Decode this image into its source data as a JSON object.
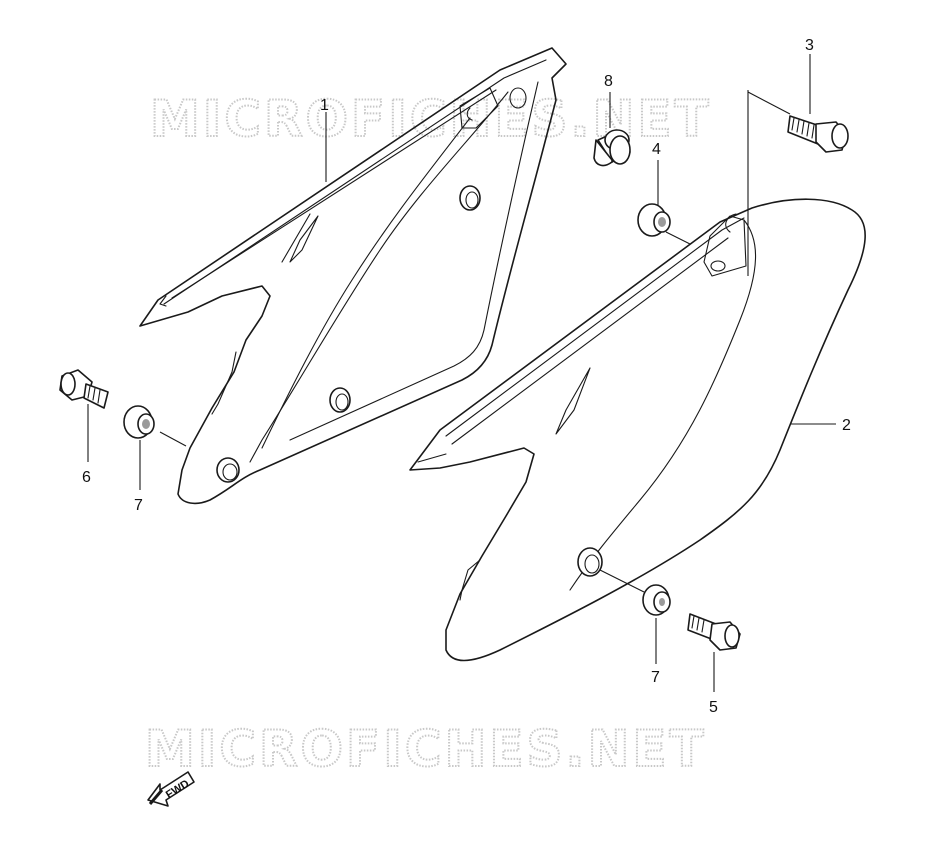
{
  "watermark": {
    "text": "MICROFICHES.NET"
  },
  "fwd_label": "FWD",
  "callouts": [
    {
      "id": "c1",
      "label": "1"
    },
    {
      "id": "c2",
      "label": "2"
    },
    {
      "id": "c3",
      "label": "3"
    },
    {
      "id": "c4",
      "label": "4"
    },
    {
      "id": "c5",
      "label": "5"
    },
    {
      "id": "c6",
      "label": "6"
    },
    {
      "id": "c7a",
      "label": "7"
    },
    {
      "id": "c7b",
      "label": "7"
    },
    {
      "id": "c8",
      "label": "8"
    }
  ],
  "colors": {
    "line": "#1a1a1a",
    "watermark": "#c8c8c8",
    "background": "#ffffff"
  }
}
